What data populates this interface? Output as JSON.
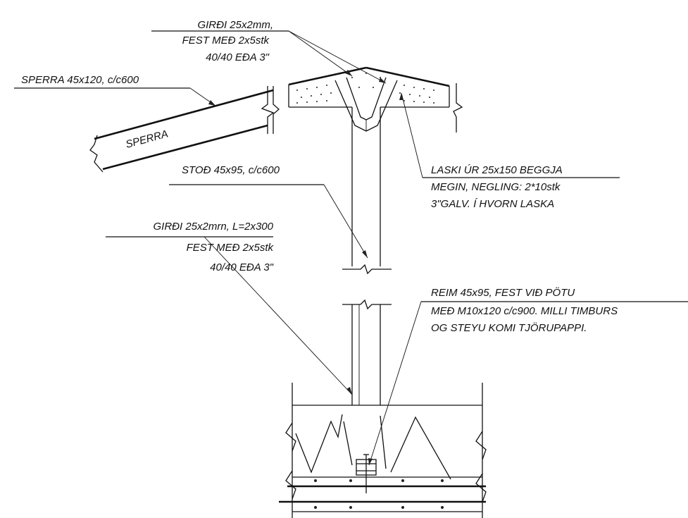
{
  "labels": {
    "girdi_top_1": "GIRÐI 25x2mm,",
    "girdi_top_2": "FEST MEÐ 2x5stk",
    "girdi_top_3": "40/40 EÐA 3\"",
    "sperra_note": "SPERRA 45x120, c/c600",
    "sperra_inline": "SPERRA",
    "stod_note": "STOÐ 45x95, c/c600",
    "laski_1": "LASKI ÚR 25x150 BEGGJA",
    "laski_2": "MEGIN, NEGLING: 2*10stk",
    "laski_3": "3\"GALV. Í HVORN LASKA",
    "girdi_bot_1": "GIRÐI 25x2mrn, L=2x300",
    "girdi_bot_2": "FEST MEÐ 2x5stk",
    "girdi_bot_3": "40/40 EÐA 3\"",
    "reim_1": "REIM 45x95, FEST VIÐ PÖTU",
    "reim_2": "MEÐ M10x120 c/c900.  MILLI TIMBURS",
    "reim_3": "OG STEYU KOMI TJÖRUPAPPI."
  },
  "colors": {
    "ink": "#111111",
    "paper": "#ffffff"
  }
}
